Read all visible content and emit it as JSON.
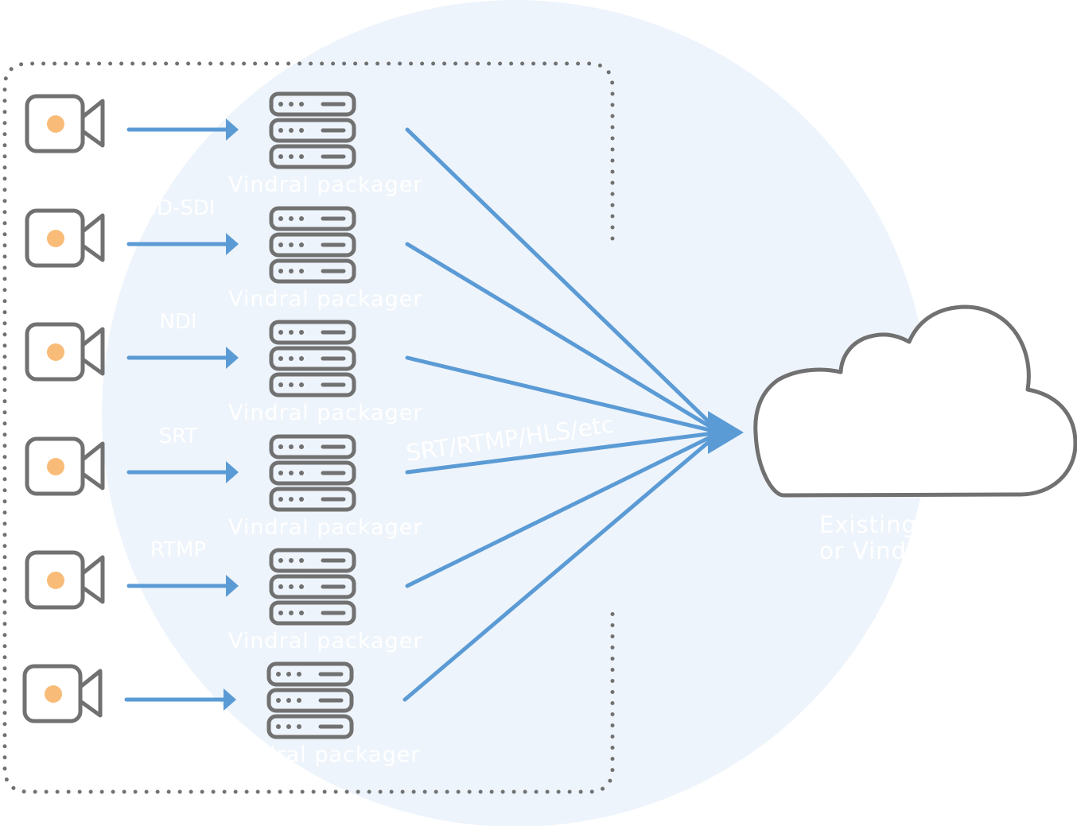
{
  "colors": {
    "background": "#ffffff",
    "circle": "#eef4fb",
    "arrow": "#5b9bd5",
    "device_stroke": "#717171",
    "camera_dot": "#f9bc78",
    "label": "#ffffff",
    "boundary_dots": "#717171"
  },
  "icons": {
    "camera": "video-camera-icon",
    "server": "server-stack-icon",
    "cloud": "cloud-icon"
  },
  "rows": [
    {
      "input_label": "",
      "packager_label": "Vindral packager"
    },
    {
      "input_label": "HD-SDI",
      "packager_label": "Vindral packager"
    },
    {
      "input_label": "NDI",
      "packager_label": "Vindral packager"
    },
    {
      "input_label": "SRT",
      "packager_label": "Vindral packager"
    },
    {
      "input_label": "RTMP",
      "packager_label": "Vindral packager"
    },
    {
      "input_label": "...",
      "packager_label": "Vindral packager"
    }
  ],
  "output": {
    "label": "SRT/RTMP/HLS/etc"
  },
  "cloud": {
    "line1": "Existing",
    "line2": "or Vindral"
  }
}
